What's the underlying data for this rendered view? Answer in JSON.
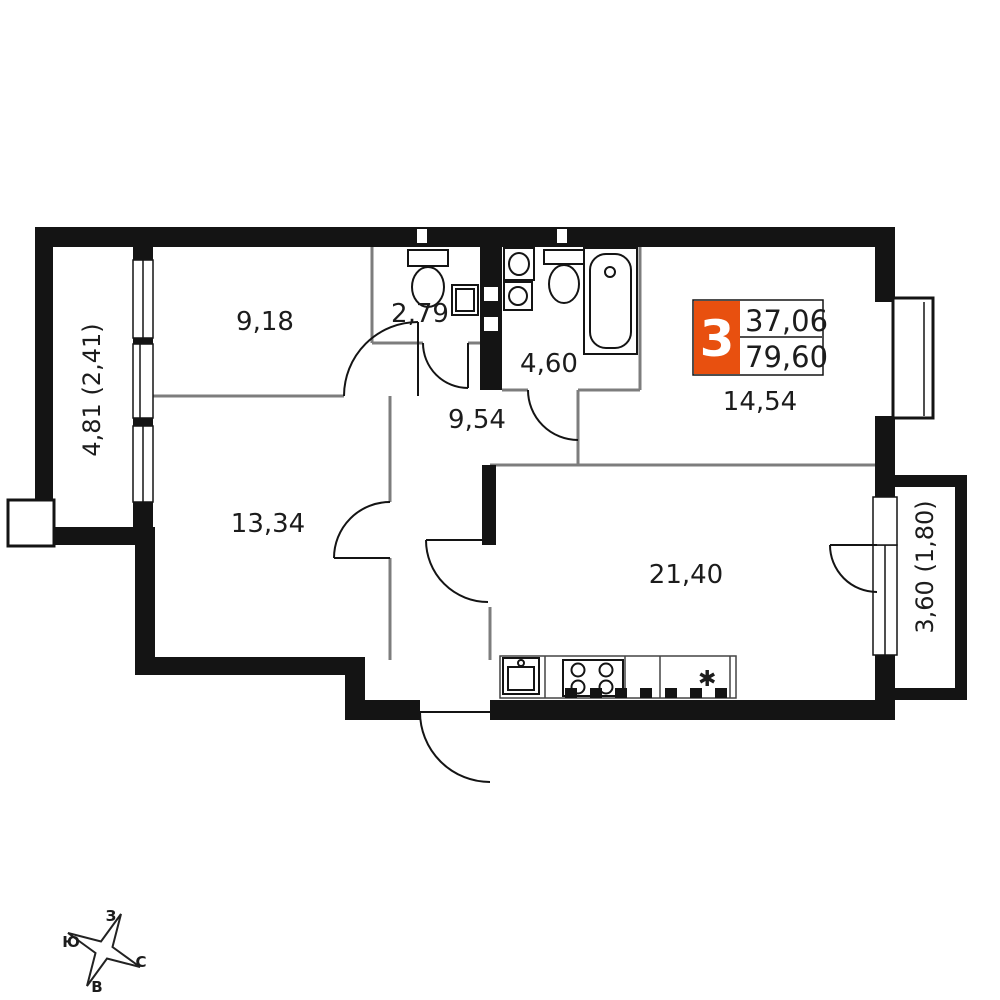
{
  "plan": {
    "rooms": {
      "room_918": "9,18",
      "room_279": "2,79",
      "room_460": "4,60",
      "room_954": "9,54",
      "room_1454": "14,54",
      "room_1334": "13,34",
      "room_2140": "21,40"
    },
    "balconies": {
      "left": "4,81 (2,41)",
      "right": "3,60 (1,80)"
    },
    "badge": {
      "rooms_count": "3",
      "living_area": "37,06",
      "total_area": "79,60"
    },
    "kitchen": {
      "fridge_mark": "✱"
    },
    "compass": {
      "top": "З",
      "left": "Ю",
      "right": "С",
      "bottom": "В"
    }
  },
  "colors": {
    "wall": "#141414",
    "partition": "#7d7d7d",
    "badge_accent": "#e8500f",
    "text": "#1c1c1c"
  }
}
